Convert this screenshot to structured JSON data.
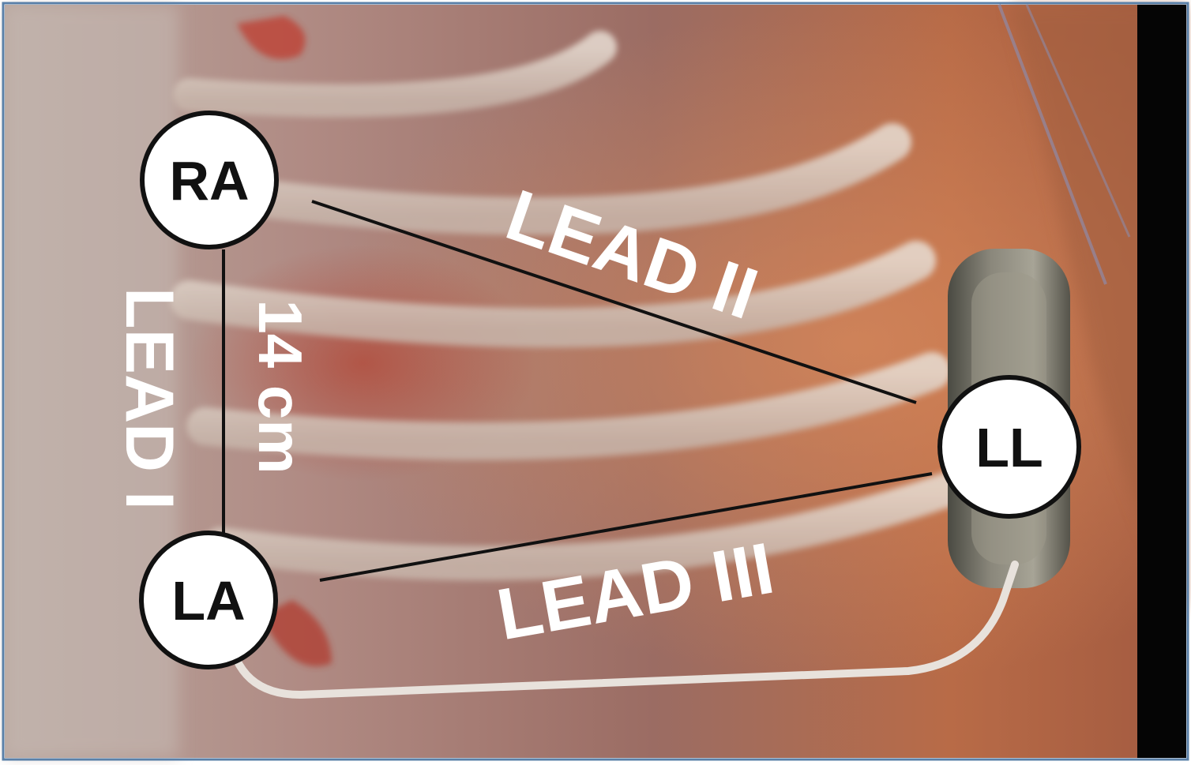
{
  "electrodes": {
    "ra": {
      "label": "RA"
    },
    "la": {
      "label": "LA"
    },
    "ll": {
      "label": "LL"
    }
  },
  "leads": {
    "lead1": {
      "label": "LEAD I"
    },
    "lead2": {
      "label": "LEAD II"
    },
    "lead3": {
      "label": "LEAD III"
    }
  },
  "measurement": {
    "distance": "14 cm"
  },
  "colors": {
    "frame_border": "#5a80a8",
    "lead_line": "#111111",
    "lead_text": "#ffffff",
    "node_fill": "#ffffff",
    "node_stroke": "#111111",
    "node_text": "#111111",
    "device": "#6e6c62"
  }
}
